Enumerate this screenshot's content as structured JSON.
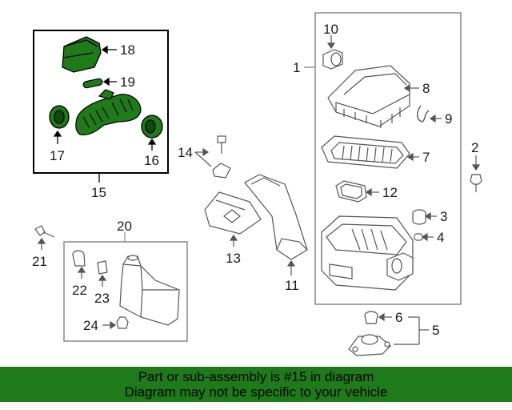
{
  "banner": {
    "line1": "Part or sub-assembly is #15 in diagram",
    "line2": "Diagram may not be specific to your vehicle"
  },
  "highlight_color": "#1f7a1a",
  "callouts": {
    "c1": "1",
    "c2": "2",
    "c3": "3",
    "c4": "4",
    "c5": "5",
    "c6": "6",
    "c7": "7",
    "c8": "8",
    "c9": "9",
    "c10": "10",
    "c11": "11",
    "c12": "12",
    "c13": "13",
    "c14": "14",
    "c15": "15",
    "c16": "16",
    "c17": "17",
    "c18": "18",
    "c19": "19",
    "c20": "20",
    "c21": "21",
    "c22": "22",
    "c23": "23",
    "c24": "24"
  }
}
